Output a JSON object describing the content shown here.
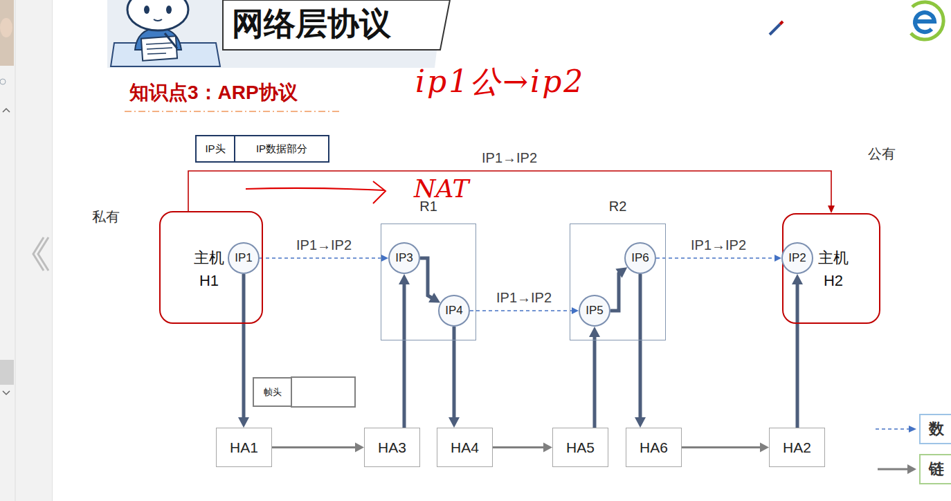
{
  "diagram": {
    "title": "网络层协议",
    "nodes": [
      {
        "text": [
          "IP头"
        ]
      },
      {
        "text": [
          "IP数据部分"
        ]
      },
      {
        "text": [
          "主机 H1"
        ]
      },
      {
        "text": [
          "IP1"
        ],
        "in": 2
      },
      {
        "text": [
          "R1"
        ]
      },
      {
        "text": [
          "IP3"
        ],
        "in": 4
      },
      {
        "text": [
          "IP4"
        ],
        "in": 4
      },
      {
        "text": [
          "R2"
        ]
      },
      {
        "text": [
          "IP5"
        ],
        "in": 7
      },
      {
        "text": [
          "IP6"
        ],
        "in": 7
      },
      {
        "text": [
          "主机 H2"
        ]
      },
      {
        "text": [
          "IP2"
        ],
        "in": 10
      },
      {
        "text": [
          "帧头"
        ]
      },
      {
        "text": [
          "HA1"
        ]
      },
      {
        "text": [
          "HA3"
        ]
      },
      {
        "text": [
          "HA4"
        ]
      },
      {
        "text": [
          "HA5"
        ]
      },
      {
        "text": [
          "HA6"
        ]
      },
      {
        "text": [
          "HA2"
        ]
      }
    ],
    "edges": [
      {
        "from": 2,
        "to": 10,
        "arrow": "to",
        "label": "IP1→IP2"
      },
      {
        "from": 3,
        "to": 5,
        "arrow": "to",
        "label": "IP1→IP2"
      },
      {
        "from": 5,
        "to": 6,
        "arrow": "to"
      },
      {
        "from": 6,
        "to": 8,
        "arrow": "to",
        "label": "IP1→IP2"
      },
      {
        "from": 8,
        "to": 9,
        "arrow": "to"
      },
      {
        "from": 9,
        "to": 11,
        "arrow": "to",
        "label": "IP1→IP2"
      },
      {
        "from": 3,
        "to": 13,
        "arrow": "to"
      },
      {
        "from": 13,
        "to": 14,
        "arrow": "to"
      },
      {
        "from": 14,
        "to": 5,
        "arrow": "to"
      },
      {
        "from": 6,
        "to": 15,
        "arrow": "to"
      },
      {
        "from": 15,
        "to": 16,
        "arrow": "to"
      },
      {
        "from": 16,
        "to": 8,
        "arrow": "to"
      },
      {
        "from": 9,
        "to": 17,
        "arrow": "to"
      },
      {
        "from": 17,
        "to": 18,
        "arrow": "to"
      },
      {
        "from": 18,
        "to": 11,
        "arrow": "to"
      }
    ],
    "labels": [
      "知识点3：ARP协议",
      "ip1公→ip2",
      "NAT",
      "公有",
      "私有"
    ],
    "legend": [
      {
        "text": "数"
      },
      {
        "text": "链"
      }
    ]
  }
}
